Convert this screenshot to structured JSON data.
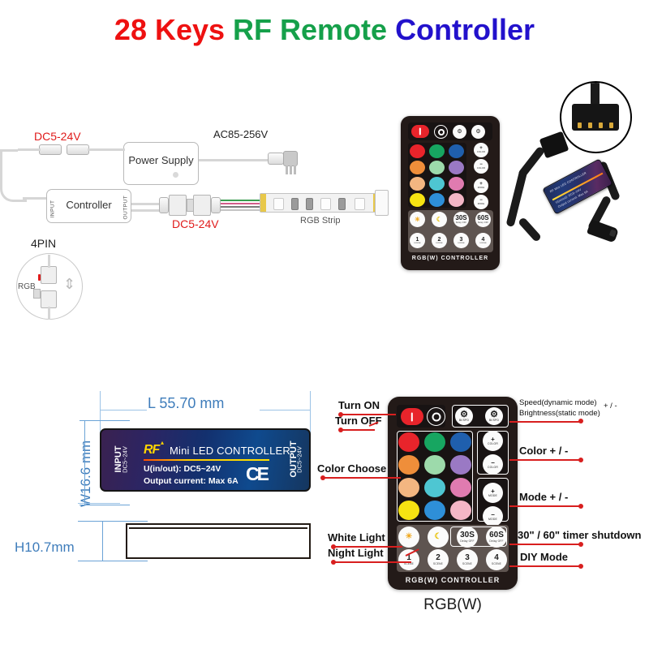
{
  "title": {
    "part1": "28 Keys ",
    "part2": "RF Remote ",
    "part3": "Controller",
    "color1": "#ee1111",
    "color2": "#15a04a",
    "color3": "#2211cc"
  },
  "wiring": {
    "dc_left_label": "DC5-24V",
    "ac_label": "AC85-256V",
    "power_supply_label": "Power Supply",
    "controller_label": "Controller",
    "input_label": "INPUT",
    "output_label": "OUTPUT",
    "dc_mid_label": "DC5-24V",
    "strip_label": "RGB Strip",
    "pin_label": "4PIN",
    "pin_rgb_label": "RGB"
  },
  "dimensions": {
    "length": "L 55.70 mm",
    "width": "W16.6 mm",
    "height": "H10.7mm"
  },
  "device": {
    "input_label": "INPUT",
    "input_volt": "DC5~24V",
    "output_label": "OUTPUT",
    "output_volt": "DC5~24V",
    "rf_logo": "RF",
    "title": "Mini LED CONTROLLER",
    "spec1": "U(in/out): DC5~24V",
    "spec2": "Output current: Max 6A",
    "ce": "CE"
  },
  "remote": {
    "brand": "RGB(W) CONTROLLER",
    "caption": "RGB(W)",
    "top_row": [
      {
        "name": "power-on",
        "label": "I"
      },
      {
        "name": "power-off",
        "label": "O"
      },
      {
        "name": "brightness-down",
        "glyph": "gear-icon",
        "sub": "BI/SPD"
      },
      {
        "name": "brightness-up",
        "glyph": "gear-icon",
        "sub": "BI/SPD"
      }
    ],
    "colors": [
      [
        "#e8242b",
        "#17a661",
        "#1f5fad"
      ],
      [
        "#ef8e3a",
        "#9ddaab",
        "#9a79c4"
      ],
      [
        "#f3b681",
        "#4ec6d2",
        "#e07bb0"
      ],
      [
        "#f6e312",
        "#2e8fd8",
        "#f4b6c6"
      ]
    ],
    "color_names": [
      [
        "red",
        "green",
        "blue"
      ],
      [
        "orange",
        "light-green",
        "purple"
      ],
      [
        "peach",
        "cyan",
        "pink"
      ],
      [
        "yellow",
        "light-blue",
        "light-pink"
      ]
    ],
    "side_buttons": [
      {
        "name": "color-plus",
        "glyph": "+",
        "sub": "COLOR"
      },
      {
        "name": "color-minus",
        "glyph": "−",
        "sub": "COLOR"
      },
      {
        "name": "mode-plus",
        "glyph": "+",
        "sub": "MODE"
      },
      {
        "name": "mode-minus",
        "glyph": "−",
        "sub": "MODE"
      }
    ],
    "function_row": [
      {
        "name": "white-light",
        "glyph": "sun-icon",
        "sub": ""
      },
      {
        "name": "night-light",
        "glyph": "moon-icon",
        "sub": ""
      },
      {
        "name": "timer-30s",
        "glyph": "30S",
        "sub": "Delay OFF"
      },
      {
        "name": "timer-60s",
        "glyph": "60S",
        "sub": "Delay OFF"
      }
    ],
    "scene_row": [
      {
        "name": "scene-1",
        "glyph": "1",
        "sub": "SCENE"
      },
      {
        "name": "scene-2",
        "glyph": "2",
        "sub": "SCENE"
      },
      {
        "name": "scene-3",
        "glyph": "3",
        "sub": "SCENE"
      },
      {
        "name": "scene-4",
        "glyph": "4",
        "sub": "SCENE"
      }
    ]
  },
  "callouts": {
    "left": [
      {
        "name": "turn-on",
        "text": "Turn ON"
      },
      {
        "name": "turn-off",
        "text": "Turn OFF"
      },
      {
        "name": "color-choose",
        "text": "Color Choose"
      },
      {
        "name": "white-light",
        "text": "White Light"
      },
      {
        "name": "night-light",
        "text": "Night Light"
      }
    ],
    "right": [
      {
        "name": "speed-brightness-1",
        "text": "Speed(dynamic mode)"
      },
      {
        "name": "speed-brightness-2",
        "text": "Brightness(static mode)"
      },
      {
        "name": "speed-brightness-pm",
        "text": "+ / -"
      },
      {
        "name": "color-pm",
        "text": "Color + / -"
      },
      {
        "name": "mode-pm",
        "text": "Mode + / -"
      },
      {
        "name": "timer",
        "text": "30\" / 60\" timer shutdown"
      },
      {
        "name": "diy-mode",
        "text": "DIY Mode"
      }
    ]
  }
}
